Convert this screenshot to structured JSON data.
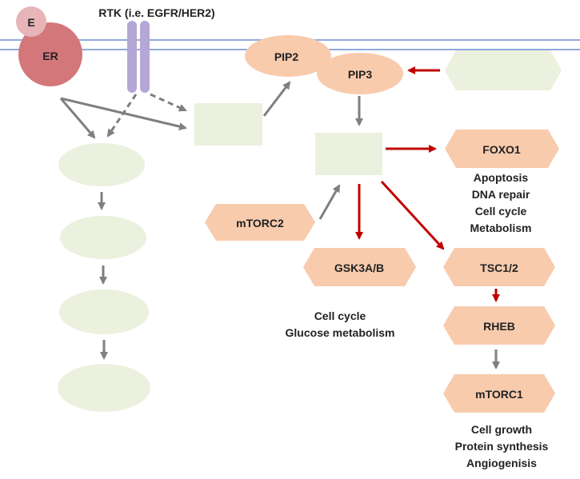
{
  "labels": {
    "e": "E",
    "er": "ER",
    "rtk": "RTK (i.e. EGFR/HER2)",
    "pip2": "PIP2",
    "pip3": "PIP3",
    "foxo1": "FOXO1",
    "mtorc2": "mTORC2",
    "gsk3": "GSK3A/B",
    "tsc": "TSC1/2",
    "rheb": "RHEB",
    "mtorc1": "mTORC1"
  },
  "captions": {
    "foxo1": [
      "Apoptosis",
      "DNA repair",
      "Cell cycle",
      "Metabolism"
    ],
    "gsk3": [
      "Cell cycle",
      "Glucose metabolism"
    ],
    "mtorc1": [
      "Cell growth",
      "Protein synthesis",
      "Angiogenisis"
    ]
  },
  "colors": {
    "membrane": "#8faadc",
    "receptor_er": "#d4777b",
    "ligand_e": "#e7b5b8",
    "rtk": "#b4a7d6",
    "protein": "#f8cbad",
    "placeholder": "#ebf1de",
    "inhibit_arrow": "#c00000",
    "activate_arrow": "#7f7f7f"
  }
}
